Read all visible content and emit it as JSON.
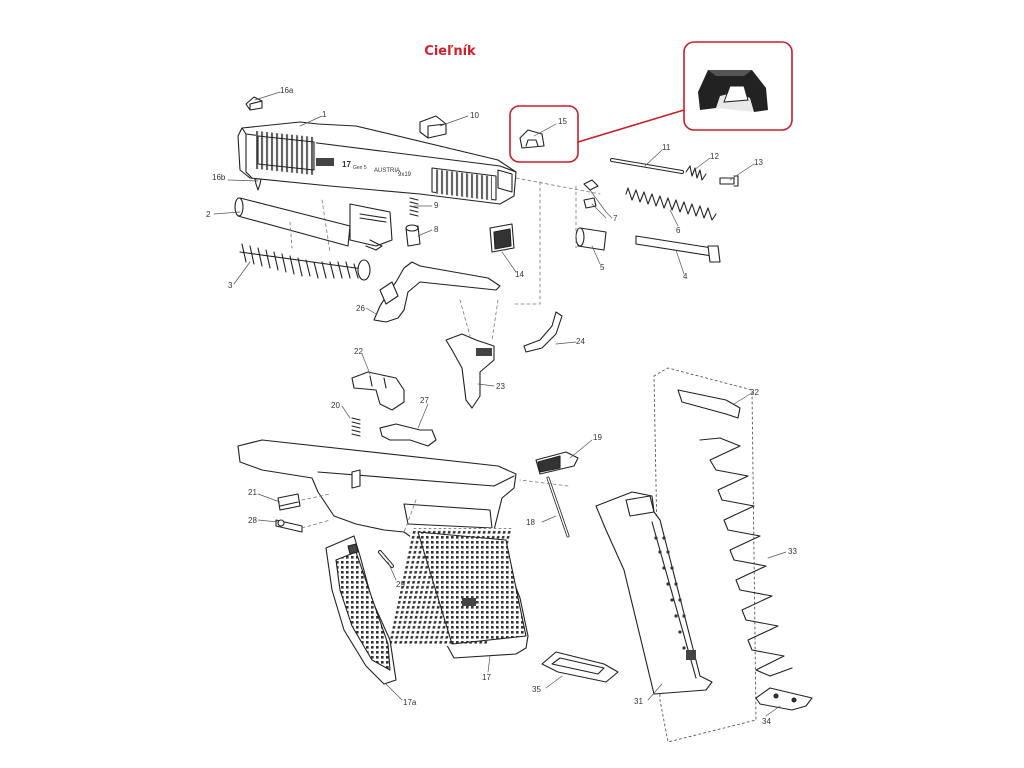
{
  "title": "Cieľník",
  "parts": [
    {
      "id": "p16a",
      "label": "16a"
    },
    {
      "id": "p1",
      "label": "1"
    },
    {
      "id": "p10",
      "label": "10"
    },
    {
      "id": "p15",
      "label": "15"
    },
    {
      "id": "p16b",
      "label": "16b"
    },
    {
      "id": "p11",
      "label": "11"
    },
    {
      "id": "p12",
      "label": "12"
    },
    {
      "id": "p13",
      "label": "13"
    },
    {
      "id": "p9",
      "label": "9"
    },
    {
      "id": "p2",
      "label": "2"
    },
    {
      "id": "p8",
      "label": "8"
    },
    {
      "id": "p7",
      "label": "7"
    },
    {
      "id": "p6",
      "label": "6"
    },
    {
      "id": "p5",
      "label": "5"
    },
    {
      "id": "p4",
      "label": "4"
    },
    {
      "id": "p14",
      "label": "14"
    },
    {
      "id": "p3",
      "label": "3"
    },
    {
      "id": "p26",
      "label": "26"
    },
    {
      "id": "p24",
      "label": "24"
    },
    {
      "id": "p22",
      "label": "22"
    },
    {
      "id": "p23",
      "label": "23"
    },
    {
      "id": "p32",
      "label": "32"
    },
    {
      "id": "p20",
      "label": "20"
    },
    {
      "id": "p27",
      "label": "27"
    },
    {
      "id": "p19",
      "label": "19"
    },
    {
      "id": "p21",
      "label": "21"
    },
    {
      "id": "p18",
      "label": "18"
    },
    {
      "id": "p28",
      "label": "28"
    },
    {
      "id": "p33",
      "label": "33"
    },
    {
      "id": "p29",
      "label": "29"
    },
    {
      "id": "p17",
      "label": "17"
    },
    {
      "id": "p35",
      "label": "35"
    },
    {
      "id": "p31",
      "label": "31"
    },
    {
      "id": "p17a",
      "label": "17a"
    },
    {
      "id": "p34",
      "label": "34"
    }
  ],
  "slide_marking": {
    "model": "17",
    "gen": "Gen 5",
    "origin": "AUSTRIA",
    "caliber": "9x19"
  },
  "highlight_color": "#c8202a"
}
